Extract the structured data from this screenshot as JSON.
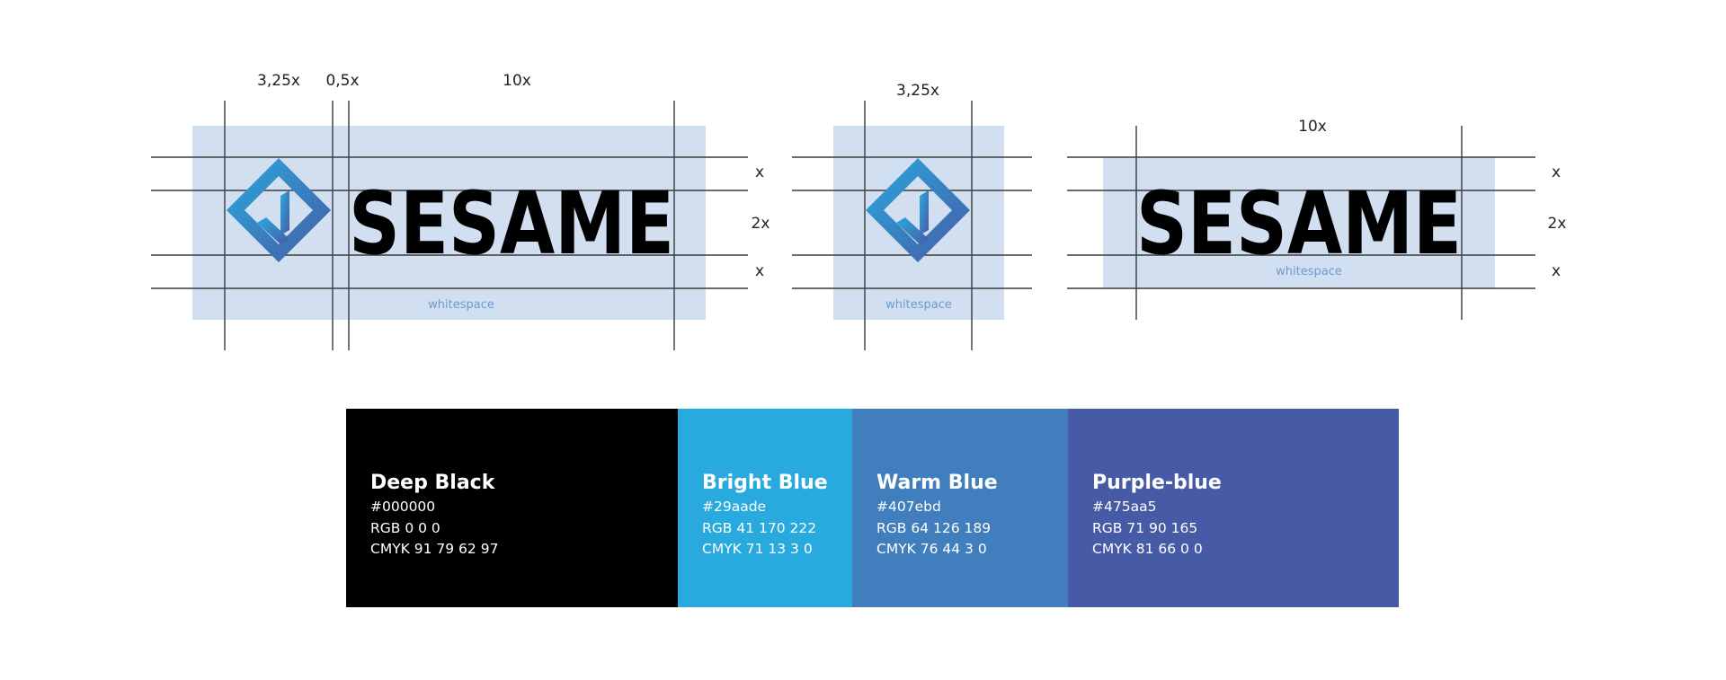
{
  "construction": {
    "full_logo": {
      "top_labels": [
        "3,25x",
        "0,5x",
        "10x"
      ],
      "side_labels": [
        "x",
        "2x",
        "x"
      ],
      "whitespace_label": "whitespace",
      "wordmark": "SESAME"
    },
    "icon_logo": {
      "top_label": "3,25x",
      "whitespace_label": "whitespace"
    },
    "wordmark_logo": {
      "top_label": "10x",
      "side_labels": [
        "x",
        "2x",
        "x"
      ],
      "whitespace_label": "whitespace",
      "wordmark": "SESAME"
    },
    "colors": {
      "whitespace_fill": "#d1dff0",
      "guide_line": "#3a3a3a",
      "whitespace_text": "#6c9bd2",
      "icon_gradient_start": "#29aade",
      "icon_gradient_end": "#475aa5"
    }
  },
  "palette": [
    {
      "name": "Deep Black",
      "hex": "#000000",
      "rgb": "RGB 0 0 0",
      "cmyk": "CMYK 91 79 62 97",
      "color": "#000000"
    },
    {
      "name": "Bright Blue",
      "hex": "#29aade",
      "rgb": "RGB 41 170 222",
      "cmyk": "CMYK 71 13 3 0",
      "color": "#29aade"
    },
    {
      "name": "Warm Blue",
      "hex": "#407ebd",
      "rgb": "RGB 64 126 189",
      "cmyk": "CMYK 76 44 3 0",
      "color": "#407ebd"
    },
    {
      "name": "Purple-blue",
      "hex": "#475aa5",
      "rgb": "RGB 71 90 165",
      "cmyk": "CMYK 81 66 0 0",
      "color": "#475aa5"
    }
  ]
}
